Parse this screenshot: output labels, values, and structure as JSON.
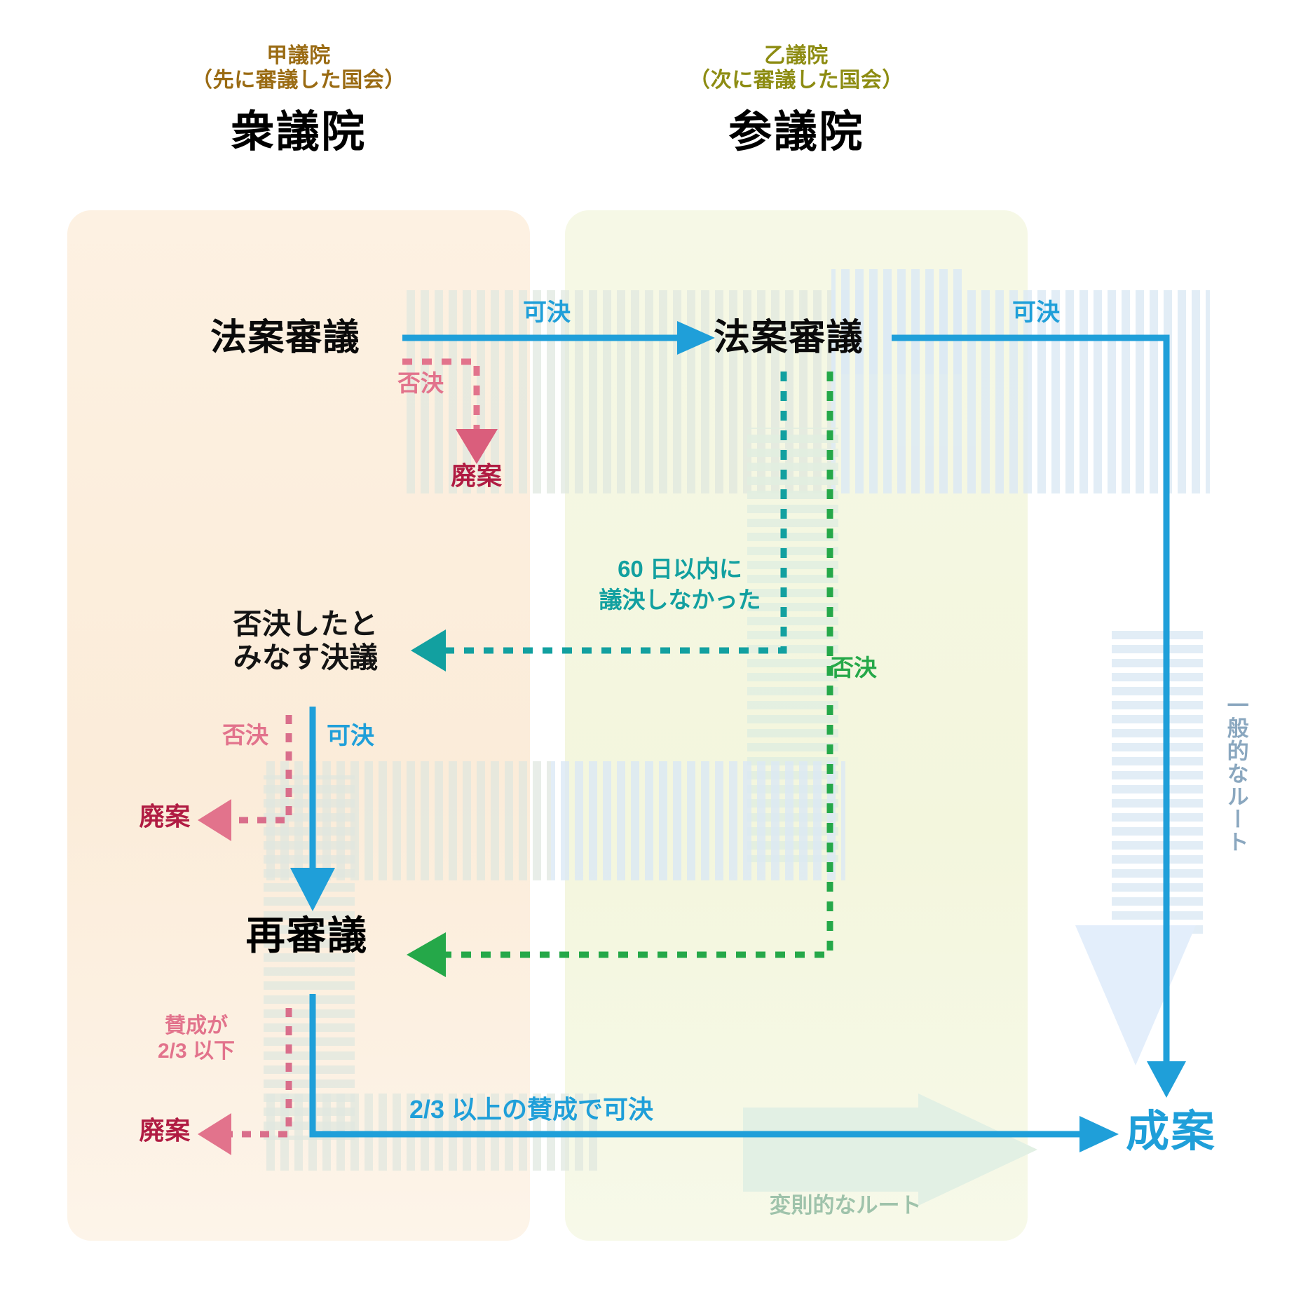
{
  "diagram": {
    "title_left_sub": "甲議院\n（先に審議した国会）",
    "title_left_main": "衆議院",
    "title_right_sub": "乙議院\n（次に審議した国会）",
    "title_right_main": "参議院",
    "colors": {
      "panel_left": "#fbeedd",
      "panel_right": "#f4f6e0",
      "blue": "#1f9fd9",
      "pink": "#e2738c",
      "crimson": "#b01b42",
      "teal": "#12a0a0",
      "green": "#25a849",
      "gold": "#9a6b13",
      "olive": "#8d8c12",
      "route_blue": "#8aa7bf",
      "route_green": "#9fc3ab"
    },
    "nodes": {
      "lower_house_review": "法案審議",
      "upper_house_review": "法案審議",
      "deemed_rejection": "否決したと\nみなす決議",
      "re_review": "再審議",
      "scrapped_1": "廃案",
      "scrapped_2": "廃案",
      "scrapped_3": "廃案",
      "enacted": "成案"
    },
    "edges": {
      "pass_1": "可決",
      "reject_1": "否決",
      "pass_2": "可決",
      "not_voted_60days": "60 日以内に\n議決しなかった",
      "reject_upper": "否決",
      "reject_2": "否決",
      "pass_3": "可決",
      "support_under_two_thirds": "賛成が\n2/3 以下",
      "pass_two_thirds": "2/3 以上の賛成で可決"
    },
    "routes": {
      "normal": "一般的なルート",
      "irregular": "変則的なルート"
    }
  }
}
